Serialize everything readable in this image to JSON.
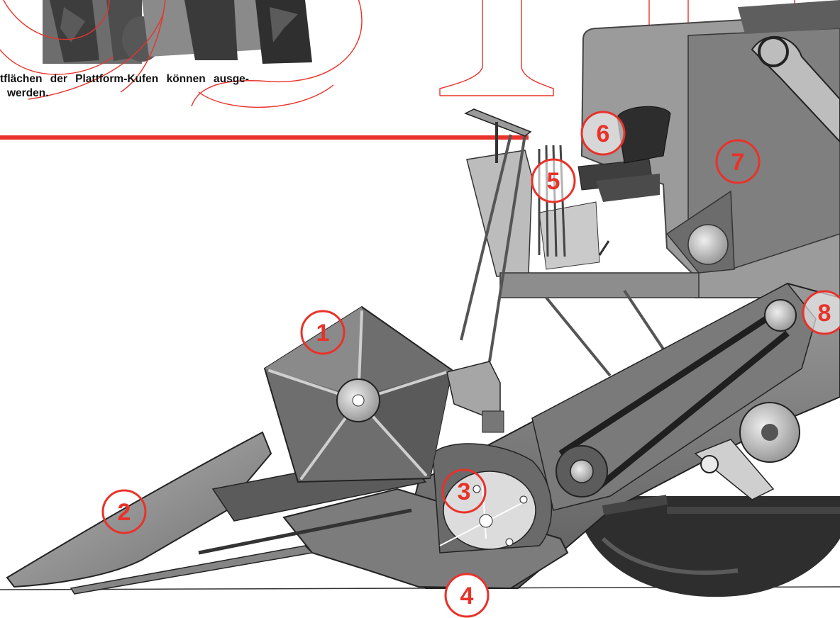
{
  "caption": {
    "line1": "tflächen der Plattform-Kufen können ausge-",
    "line2": "werden."
  },
  "callouts": [
    {
      "id": "1",
      "label": "1"
    },
    {
      "id": "2",
      "label": "2"
    },
    {
      "id": "3",
      "label": "3"
    },
    {
      "id": "4",
      "label": "4"
    },
    {
      "id": "5",
      "label": "5"
    },
    {
      "id": "6",
      "label": "6"
    },
    {
      "id": "7",
      "label": "7"
    },
    {
      "id": "8",
      "label": "8"
    }
  ],
  "colors": {
    "accent_red": "#e8322a",
    "machine_grey": "#8e8e8e",
    "dark_grey": "#4a4a4a",
    "background": "#ffffff"
  }
}
